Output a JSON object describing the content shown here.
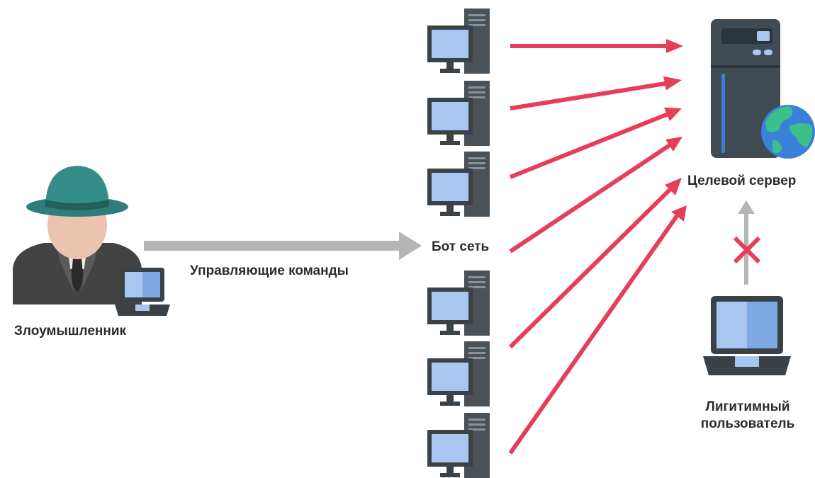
{
  "labels": {
    "attacker": "Злоумышленник",
    "commands": "Управляющие команды",
    "botnet": "Бот сеть",
    "target_server": "Целевой сервер",
    "legit_user_line1": "Лигитимный",
    "legit_user_line2": "пользователь"
  },
  "icons": {
    "attacker": "hacker-with-hat-and-laptop-icon",
    "bot": "desktop-computer-icon",
    "server": "server-with-globe-icon",
    "legit_user": "laptop-icon",
    "blocked": "red-cross-icon"
  },
  "colors": {
    "attack_arrow": "#e63d5a",
    "command_arrow": "#b5b5b5",
    "blocked_arrow": "#b5b5b5",
    "blocked_cross": "#e63d5a",
    "monitor_screen": "#a8c7f0",
    "server_body": "#3f4a52",
    "globe_land": "#3dbf8a",
    "globe_water": "#3a7fd9"
  }
}
